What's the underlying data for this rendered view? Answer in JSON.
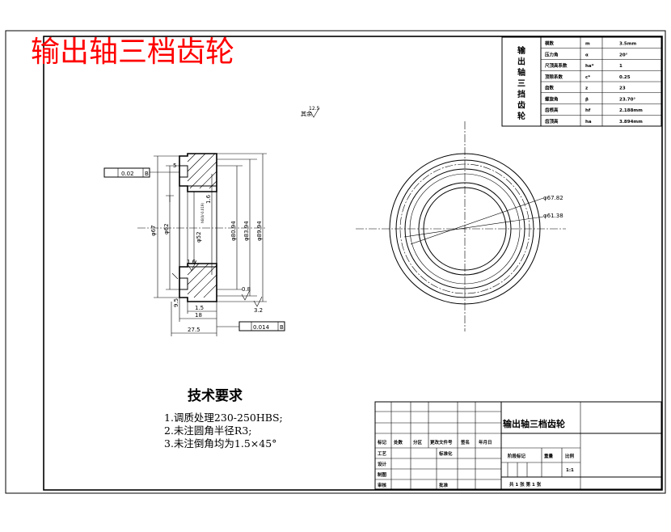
{
  "drawing": {
    "title": "输出轴三档齿轮",
    "surface_roughness": "12.5",
    "surface_roughness_prefix": "其余"
  },
  "params_table": {
    "vertical_label": [
      "输",
      "出",
      "轴",
      "三",
      "挡",
      "齿",
      "轮"
    ],
    "rows": [
      {
        "name": "模数",
        "symbol": "m",
        "value": "3.5mm"
      },
      {
        "name": "压力角",
        "symbol": "α",
        "value": "20°"
      },
      {
        "name": "尺顶高系数",
        "symbol": "ha*",
        "value": "1"
      },
      {
        "name": "顶隙系数",
        "symbol": "c*",
        "value": "0.25"
      },
      {
        "name": "齿数",
        "symbol": "z",
        "value": "23"
      },
      {
        "name": "螺旋角",
        "symbol": "β",
        "value": "23.70°"
      },
      {
        "name": "齿根高",
        "symbol": "hf",
        "value": "2.188mm"
      },
      {
        "name": "齿顶高",
        "symbol": "ha",
        "value": "3.894mm"
      }
    ]
  },
  "section_view": {
    "tolerance_top": {
      "value": "0.02",
      "datum": "B"
    },
    "tolerance_bottom": {
      "value": "0.014",
      "datum": "B"
    },
    "dims": {
      "d_top": "5",
      "phi67": "φ67",
      "phi62": "φ62",
      "phi52": "φ52",
      "phi52_sub": "h6(0/-0.019)",
      "phi80": "φ80.94",
      "phi83": "φ83.94",
      "phi89": "φ89.94",
      "r16": "1.6",
      "r16b": "1.6",
      "r08": "0.8",
      "r32": "3.2",
      "d95": "9.5",
      "d15": "1.5",
      "d18": "18",
      "d275": "27.5"
    }
  },
  "front_view": {
    "phi6782": "φ67.82",
    "phi6138": "φ61.38"
  },
  "tech_requirements": {
    "title": "技术要求",
    "items": [
      "1.调质处理230-250HBS;",
      "2.未注圆角半径R3;",
      "3.未注倒角均为1.5×45°"
    ]
  },
  "title_block": {
    "part_name": "输出轴三档齿轮",
    "header_cells": [
      "标记",
      "处数",
      "分区",
      "更改文件号",
      "签名",
      "年月日"
    ],
    "row_labels": [
      "设计",
      "制图",
      "审核",
      "工艺"
    ],
    "standardize": "标准化",
    "approve": "批准",
    "stage_mark": "阶段标记",
    "weight": "重量",
    "scale": "比例",
    "scale_value": "1:1",
    "sheets": "共  1  张    第  1  张"
  }
}
